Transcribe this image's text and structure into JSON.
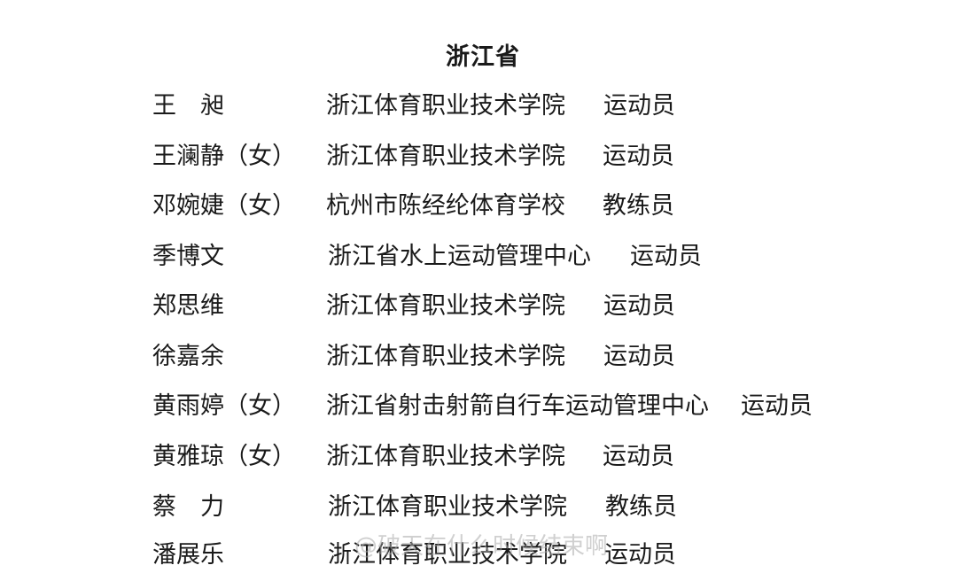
{
  "document": {
    "title": "浙江省",
    "rows": [
      {
        "name": "王　昶",
        "org": "浙江体育职业技术学院",
        "role": "运动员"
      },
      {
        "name": "王澜静（女）",
        "org": "浙江体育职业技术学院",
        "role": "运动员"
      },
      {
        "name": "邓婉婕（女）",
        "org": "杭州市陈经纶体育学校",
        "role": "教练员"
      },
      {
        "name": "季博文",
        "org": "浙江省水上运动管理中心",
        "role": "运动员"
      },
      {
        "name": "郑思维",
        "org": "浙江体育职业技术学院",
        "role": "运动员"
      },
      {
        "name": "徐嘉余",
        "org": "浙江体育职业技术学院",
        "role": "运动员"
      },
      {
        "name": "黄雨婷（女）",
        "org": "浙江省射击射箭自行车运动管理中心",
        "role": "运动员"
      },
      {
        "name": "黄雅琼（女）",
        "org": "浙江体育职业技术学院",
        "role": "运动员"
      },
      {
        "name": "蔡　力",
        "org": "浙江体育职业技术学院",
        "role": "教练员"
      },
      {
        "name": "潘展乐",
        "org": "浙江体育职业技术学院",
        "role": "运动员"
      }
    ]
  },
  "watermark": "@破天在什么时候结束啊"
}
